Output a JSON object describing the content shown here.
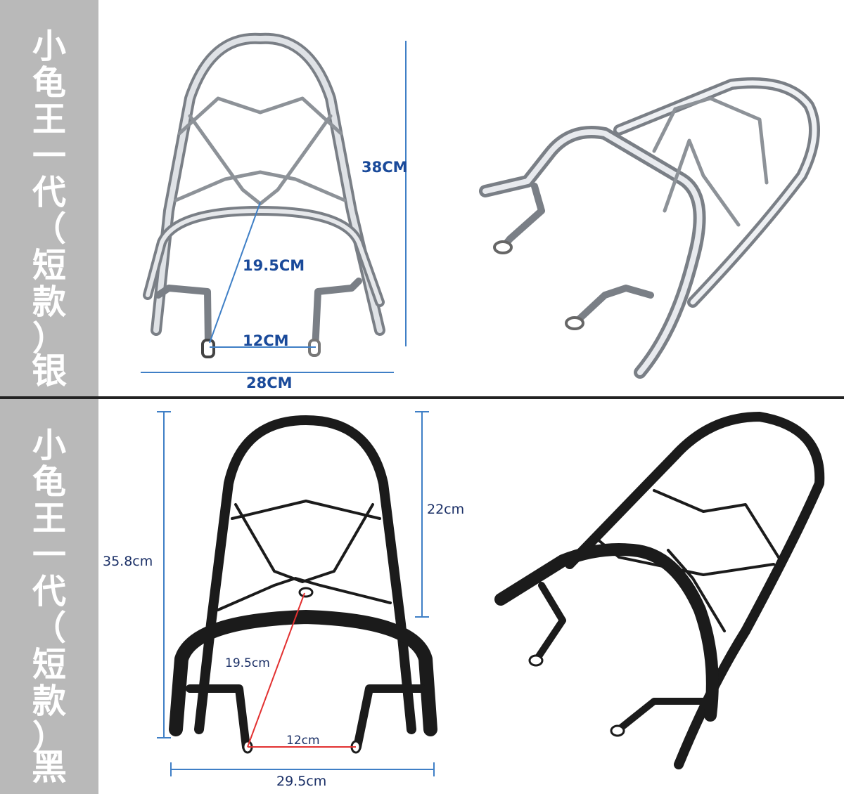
{
  "silver": {
    "side_label": [
      "小",
      "龟",
      "王",
      "一",
      "代",
      "（",
      "短",
      "款",
      "）"
    ],
    "color_label": "银",
    "dims": {
      "height": "38CM",
      "diagonal": "19.5CM",
      "mount_width": "12CM",
      "total_width": "28CM"
    }
  },
  "black": {
    "side_label": [
      "小",
      "龟",
      "王",
      "一",
      "代",
      "（",
      "短",
      "款",
      "）"
    ],
    "color_label": "黑",
    "dims": {
      "height": "35.8cm",
      "upper_height": "22cm",
      "diagonal": "19.5cm",
      "mount_width": "12cm",
      "total_width": "29.5cm"
    }
  },
  "colors": {
    "silver_metal": "#c8ccd2",
    "black_metal": "#1b1b1b",
    "dim_blue": "#3f7fc6",
    "dim_red": "#e23030",
    "side_bg": "#b9b9b9"
  }
}
